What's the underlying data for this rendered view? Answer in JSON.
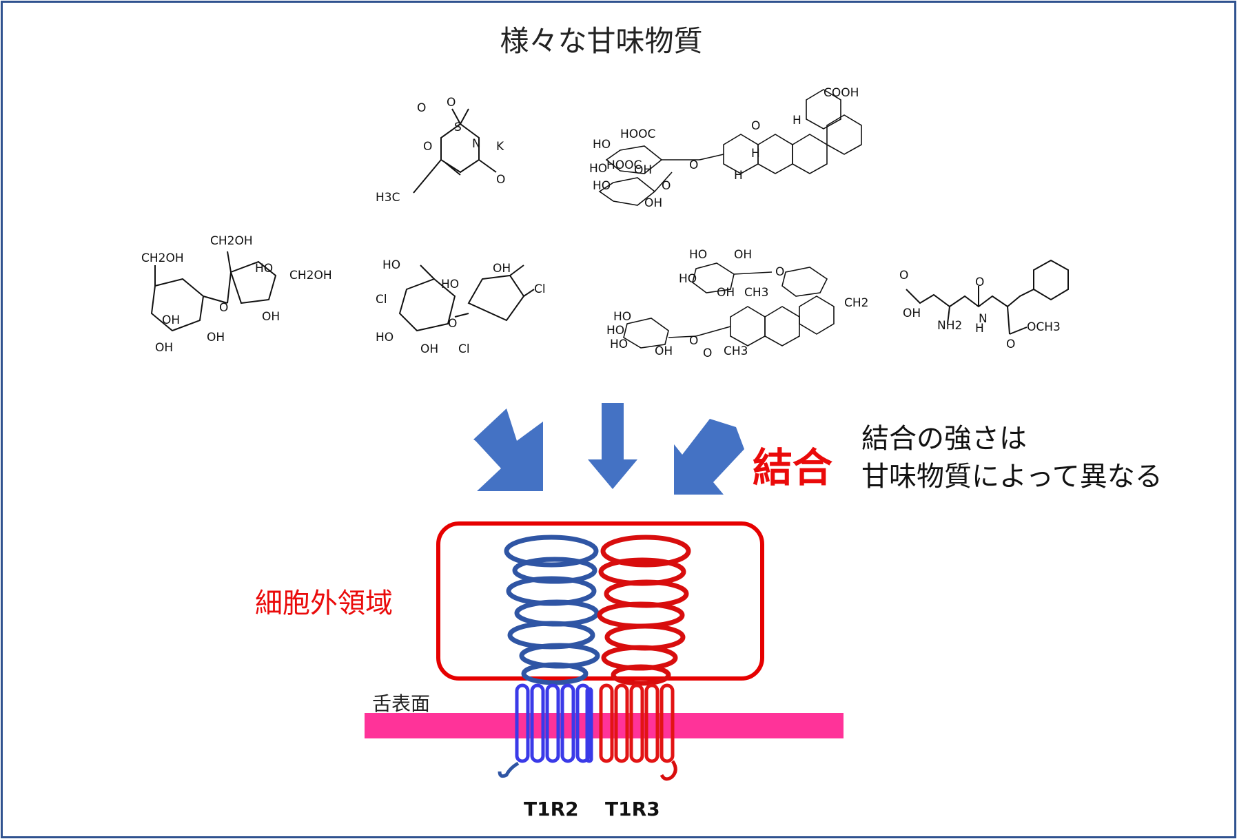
{
  "title": "様々な甘味物質",
  "binding_label": "結合",
  "binding_note": [
    "結合の強さは",
    "甘味物質によって異なる"
  ],
  "extracellular_label": "細胞外領域",
  "tongue_surface_label": "舌表面",
  "receptors": [
    {
      "name": "T1R2",
      "color": "#2f55a4"
    },
    {
      "name": "T1R3",
      "color": "#d80d0d"
    }
  ],
  "molecule_labels": {
    "acesulfame": [
      "O",
      "O",
      "S",
      "O",
      "N",
      "K",
      "O",
      "H3C"
    ],
    "glycyrrhizin": [
      "COOH",
      "O",
      "H",
      "H",
      "HOOC",
      "HOOC",
      "HO",
      "HO",
      "HO",
      "OH",
      "OH",
      "O",
      "O",
      "H"
    ],
    "sucrose": [
      "CH2OH",
      "CH2OH",
      "HO",
      "CH2OH",
      "OH",
      "OH",
      "OH",
      "OH",
      "O"
    ],
    "sucralose": [
      "HO",
      "HO",
      "OH",
      "Cl",
      "Cl",
      "HO",
      "OH",
      "Cl",
      "O"
    ],
    "stevioside": [
      "HO",
      "OH",
      "HO",
      "OH",
      "O",
      "CH2",
      "HO",
      "HO",
      "OH",
      "OH",
      "CH3",
      "CH3",
      "O",
      "O"
    ],
    "aspartame": [
      "O",
      "OH",
      "NH2",
      "O",
      "N",
      "H",
      "O",
      "OCH3"
    ]
  },
  "colors": {
    "frame": "#2f528f",
    "arrow": "#4472c4",
    "membrane": "#ff3399",
    "red_text": "#ea0a0a",
    "box": "#e60000"
  }
}
